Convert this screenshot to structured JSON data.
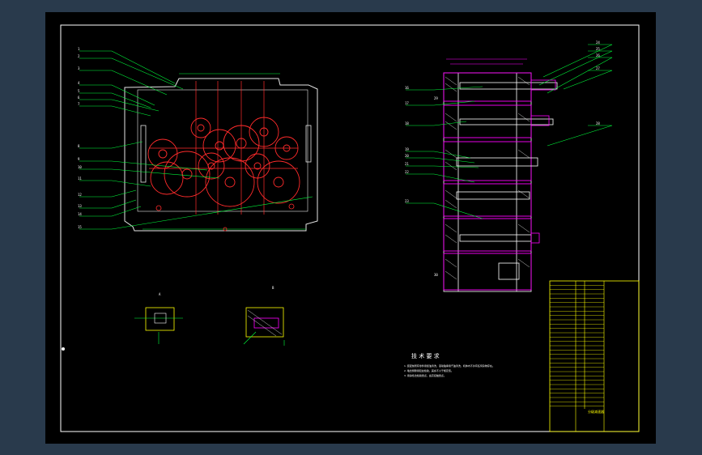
{
  "drawing": {
    "colors": {
      "background": "#000000",
      "page_surround": "#293a4c",
      "border": "#ffffff",
      "outline": "#e6e6e6",
      "gear": "#ff2b2b",
      "leader": "#00ff3c",
      "dimension": "#ff00ff",
      "hatch": "#ffffff",
      "title_block": "#ffff00",
      "text": "#ffffff"
    },
    "balloons_front": [
      "1",
      "2",
      "3",
      "4",
      "5",
      "6",
      "7",
      "8",
      "9",
      "10",
      "11",
      "12",
      "13",
      "14",
      "15"
    ],
    "balloons_side": [
      "16",
      "17",
      "18",
      "19",
      "20",
      "21",
      "22",
      "23",
      "24",
      "25",
      "26",
      "27",
      "28",
      "29",
      "30"
    ],
    "tech_requirements": {
      "heading": "技 术 要 求",
      "lines": [
        "1. 装配前所有零件用煤油清洗，滚动轴承用汽油清洗，机体内不许有任何杂物存在。",
        "2. 啮合侧隙用铅丝检验，其余不小于规定值。",
        "3. 用涂色法检验斑点，齿高接触斑点。"
      ]
    },
    "detail_views": [
      "A",
      "B"
    ],
    "title_block": {
      "title": "分级减速器",
      "rows": 30
    },
    "icons": {
      "crosshair": "crosshair-icon"
    }
  }
}
